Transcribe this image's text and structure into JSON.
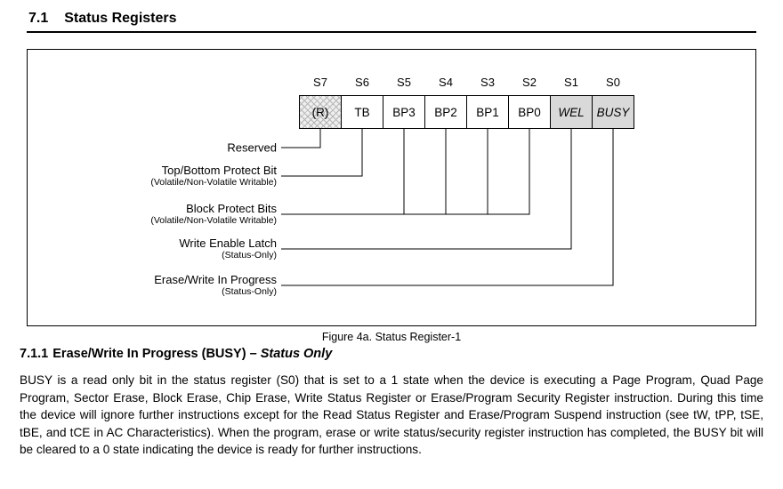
{
  "section": {
    "number": "7.1",
    "title": "Status Registers"
  },
  "figure": {
    "bit_labels": [
      "S7",
      "S6",
      "S5",
      "S4",
      "S3",
      "S2",
      "S1",
      "S0"
    ],
    "cell_labels": [
      "(R)",
      "TB",
      "BP3",
      "BP2",
      "BP1",
      "BP0",
      "WEL",
      "BUSY"
    ],
    "callouts": [
      {
        "label": "Reserved",
        "sublabel": ""
      },
      {
        "label": "Top/Bottom Protect Bit",
        "sublabel": "(Volatile/Non-Volatile Writable)"
      },
      {
        "label": "Block Protect Bits",
        "sublabel": "(Volatile/Non-Volatile Writable)"
      },
      {
        "label": "Write Enable Latch",
        "sublabel": "(Status-Only)"
      },
      {
        "label": "Erase/Write In Progress",
        "sublabel": "(Status-Only)"
      }
    ],
    "caption": "Figure 4a. Status Register-1"
  },
  "subsection": {
    "number": "7.1.1",
    "title": "Erase/Write In Progress (BUSY) – ",
    "title_emphasis": "Status Only"
  },
  "body": {
    "paragraph": "BUSY is a read only bit in the status register (S0) that is set to a 1 state when the device is executing a Page Program, Quad Page Program, Sector Erase, Block Erase, Chip Erase, Write Status Register or Erase/Program Security Register instruction. During this time the device will ignore further instructions except for the Read Status Register and Erase/Program Suspend instruction (see tW, tPP, tSE, tBE, and tCE in AC Characteristics). When the program, erase or write status/security register instruction has completed, the BUSY bit will be cleared to a 0 state indicating the device is ready for further instructions."
  },
  "colors": {
    "text": "#000000",
    "cell_shaded": "#d9d9d9",
    "background": "#ffffff"
  }
}
